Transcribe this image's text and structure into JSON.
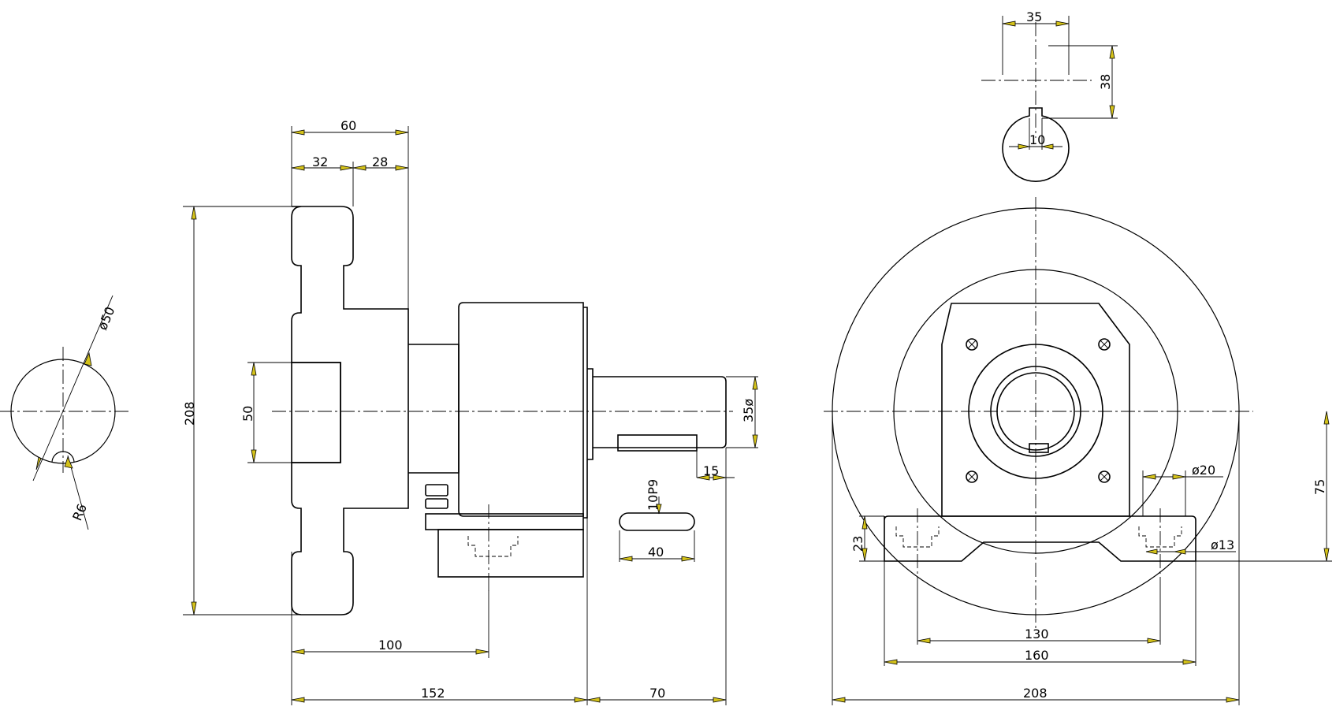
{
  "side_view": {
    "dim_60": "60",
    "dim_32": "32",
    "dim_28": "28",
    "dim_208": "208",
    "dim_50": "50",
    "dim_100": "100",
    "dim_152": "152",
    "dim_70": "70",
    "dim_35": "35ø",
    "dim_15": "15",
    "dim_40": "40",
    "dim_key": "10P9"
  },
  "hub_view": {
    "dim_dia50": "ø50",
    "dim_r6": "R6"
  },
  "shaft_section": {
    "dim_35": "35",
    "dim_38": "38",
    "dim_10": "10"
  },
  "front_view": {
    "dim_20": "ø20",
    "dim_13": "ø13",
    "dim_75": "75",
    "dim_23": "23",
    "dim_130": "130",
    "dim_160": "160",
    "dim_208": "208"
  },
  "colors": {
    "line": "#000000",
    "arrow": "#d4c21a",
    "background": "#ffffff"
  }
}
